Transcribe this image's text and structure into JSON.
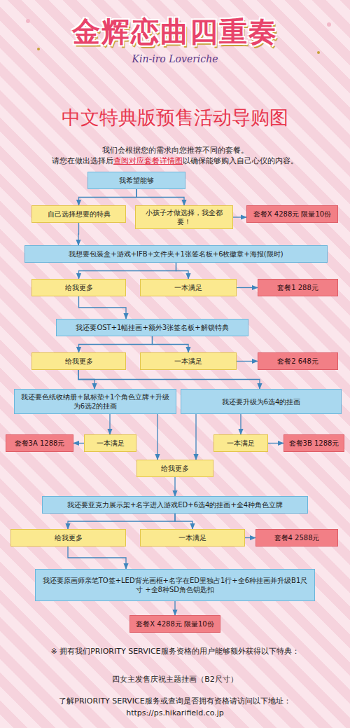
{
  "diagram": {
    "title": "中文特典版预售活动导购图",
    "nodes": [
      {
        "text": [
          "我希望能够"
        ]
      },
      {
        "text": [
          "自己选择想要的特典"
        ]
      },
      {
        "text": [
          "小孩子才做选择，我全都要！"
        ]
      },
      {
        "text": [
          "套餐X  4288元  限量10份"
        ]
      },
      {
        "text": [
          "我想要包装盒+游戏+IFB+文件夹+1张签名板+6枚徽章+海报(限时)"
        ]
      },
      {
        "text": [
          "给我更多"
        ]
      },
      {
        "text": [
          "一本满足"
        ]
      },
      {
        "text": [
          "套餐1  288元"
        ]
      },
      {
        "text": [
          "我还要OST+1幅挂画+额外3张签名板+解锁特典"
        ]
      },
      {
        "text": [
          "给我更多"
        ]
      },
      {
        "text": [
          "一本满足"
        ]
      },
      {
        "text": [
          "套餐2  648元"
        ]
      },
      {
        "text": [
          "我还要色纸收纳册+鼠标垫+1个角色立牌+升级 为6选2的挂画"
        ]
      },
      {
        "text": [
          "我还要升级为6选4的挂画"
        ]
      },
      {
        "text": [
          "套餐3A  1288元"
        ]
      },
      {
        "text": [
          "一本满足"
        ]
      },
      {
        "text": [
          "一本满足"
        ]
      },
      {
        "text": [
          "套餐3B  1288元"
        ]
      },
      {
        "text": [
          "给我更多"
        ]
      },
      {
        "text": [
          "我还要亚克力展示架+名字进入游戏ED+6选4的挂画+全4种角色立牌"
        ]
      },
      {
        "text": [
          "给我更多"
        ]
      },
      {
        "text": [
          "一本满足"
        ]
      },
      {
        "text": [
          "套餐4  2588元"
        ]
      },
      {
        "text": [
          "我还要原画师亲笔TO签+LED背光画框+名字在ED里独占1行+全6种挂画并升级B1尺寸 +全8种SD角色钥匙扣"
        ]
      },
      {
        "text": [
          "套餐X  4288元  限量10份"
        ]
      }
    ],
    "edges": [
      {
        "from": 0,
        "to": 1,
        "arrow": "to"
      },
      {
        "from": 0,
        "to": 2,
        "arrow": "to"
      },
      {
        "from": 2,
        "to": 3,
        "arrow": "to"
      },
      {
        "from": 1,
        "to": 4,
        "arrow": "to"
      },
      {
        "from": 4,
        "to": 5,
        "arrow": "to"
      },
      {
        "from": 4,
        "to": 6,
        "arrow": "to"
      },
      {
        "from": 6,
        "to": 7,
        "arrow": "to"
      },
      {
        "from": 5,
        "to": 8,
        "arrow": "to"
      },
      {
        "from": 8,
        "to": 9,
        "arrow": "to"
      },
      {
        "from": 8,
        "to": 10,
        "arrow": "to"
      },
      {
        "from": 10,
        "to": 11,
        "arrow": "to"
      },
      {
        "from": 9,
        "to": 12,
        "arrow": "to"
      },
      {
        "from": 9,
        "to": 13,
        "arrow": "to"
      },
      {
        "from": 12,
        "to": 15,
        "arrow": "to"
      },
      {
        "from": 13,
        "to": 16,
        "arrow": "to"
      },
      {
        "from": 15,
        "to": 14,
        "arrow": "to"
      },
      {
        "from": 16,
        "to": 17,
        "arrow": "to"
      },
      {
        "from": 12,
        "to": 18,
        "arrow": "to"
      },
      {
        "from": 13,
        "to": 18,
        "arrow": "to"
      },
      {
        "from": 18,
        "to": 19,
        "arrow": "to"
      },
      {
        "from": 19,
        "to": 20,
        "arrow": "to"
      },
      {
        "from": 19,
        "to": 21,
        "arrow": "to"
      },
      {
        "from": 21,
        "to": 22,
        "arrow": "to"
      },
      {
        "from": 20,
        "to": 23,
        "arrow": "to"
      },
      {
        "from": 23,
        "to": 24,
        "arrow": "to"
      }
    ],
    "labels": [
      "金辉恋曲四重奏",
      "Kin-iro Loveriche",
      "我们会根据您的需求向您推荐不同的套餐。",
      "请您在做出选择后",
      "查阅对应套餐详情图",
      "以确保能够购入自己心仪的内容。",
      "※ 拥有我们PRIORITY SERVICE服务资格的用户能够额外获得以下特典：",
      "四女主发售庆祝主题挂画（B2尺寸）",
      "了解PRIORITY SERVICE服务或查询是否拥有资格请访问以下地址：",
      "https://ps.hikarifield.co.jp"
    ]
  }
}
